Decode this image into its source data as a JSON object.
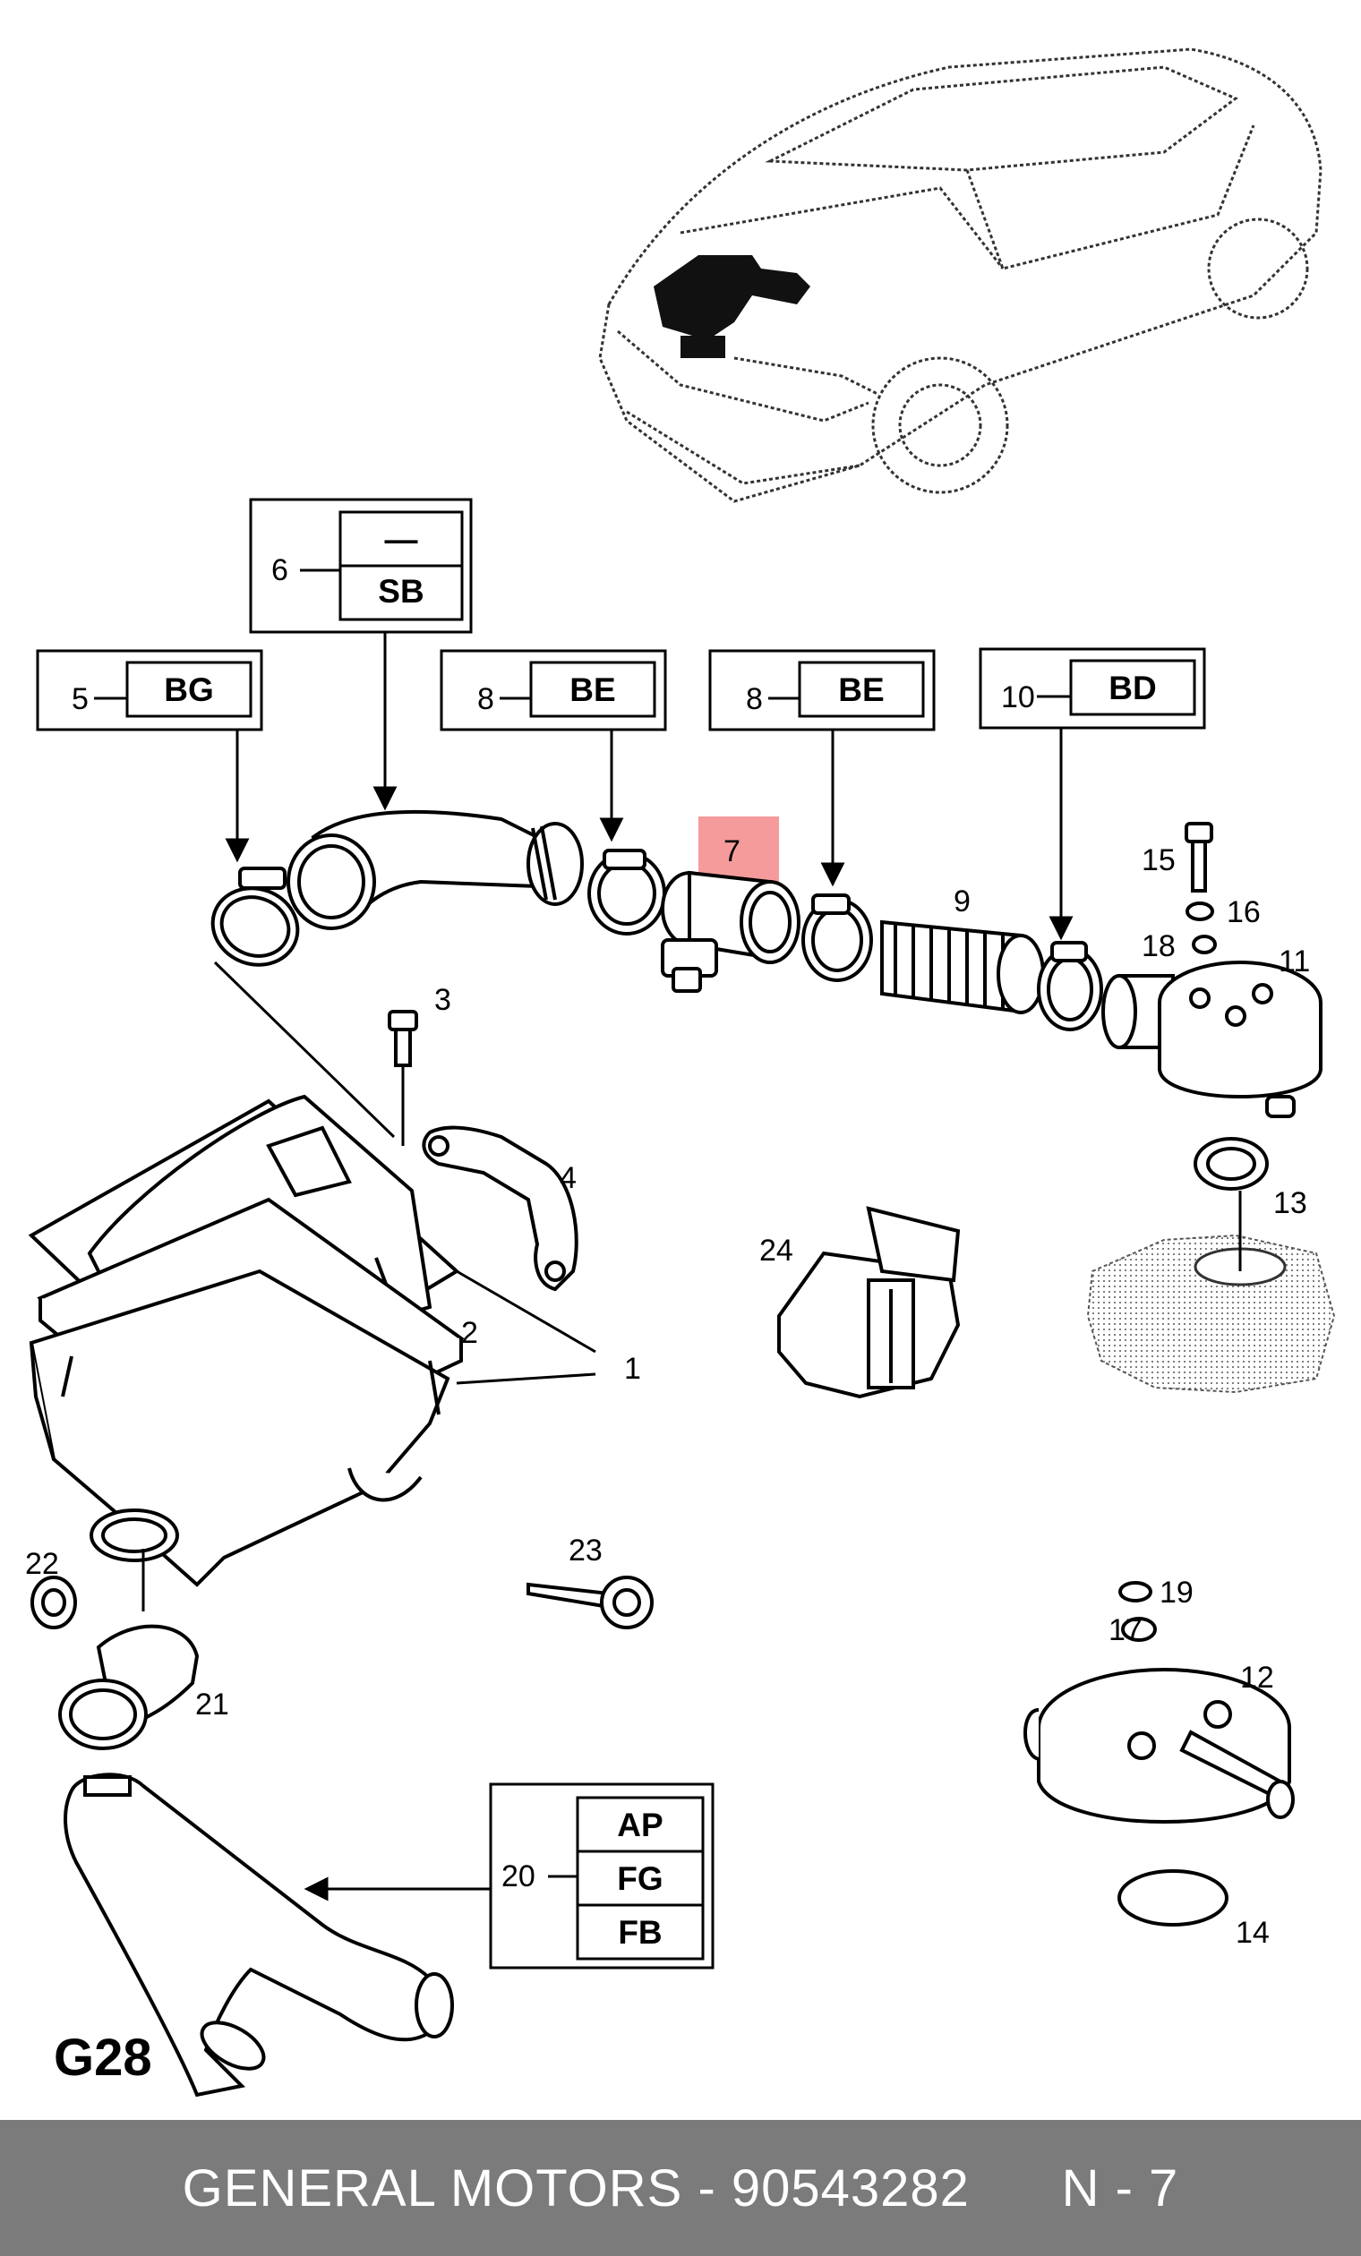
{
  "diagram_code": "G28",
  "footer": {
    "brand": "GENERAL MOTORS",
    "separator": " - ",
    "part_number": "90543282",
    "page_ref": "N - 7"
  },
  "highlight_color": "#f58a8a",
  "label_boxes": {
    "box_5": {
      "ref": "5",
      "codes": [
        "BG"
      ]
    },
    "box_6": {
      "ref": "6",
      "codes": [
        "—",
        "SB"
      ]
    },
    "box_8a": {
      "ref": "8",
      "codes": [
        "BE"
      ]
    },
    "box_8b": {
      "ref": "8",
      "codes": [
        "BE"
      ]
    },
    "box_10": {
      "ref": "10",
      "codes": [
        "BD"
      ]
    },
    "box_20": {
      "ref": "20",
      "codes": [
        "AP",
        "FG",
        "FB"
      ]
    }
  },
  "callouts": {
    "c1": "1",
    "c2": "2",
    "c3": "3",
    "c4": "4",
    "c7": "7",
    "c9": "9",
    "c11": "11",
    "c12": "12",
    "c13": "13",
    "c14": "14",
    "c15": "15",
    "c16": "16",
    "c17": "17",
    "c18": "18",
    "c19": "19",
    "c21": "21",
    "c22": "22",
    "c23": "23",
    "c24": "24"
  }
}
